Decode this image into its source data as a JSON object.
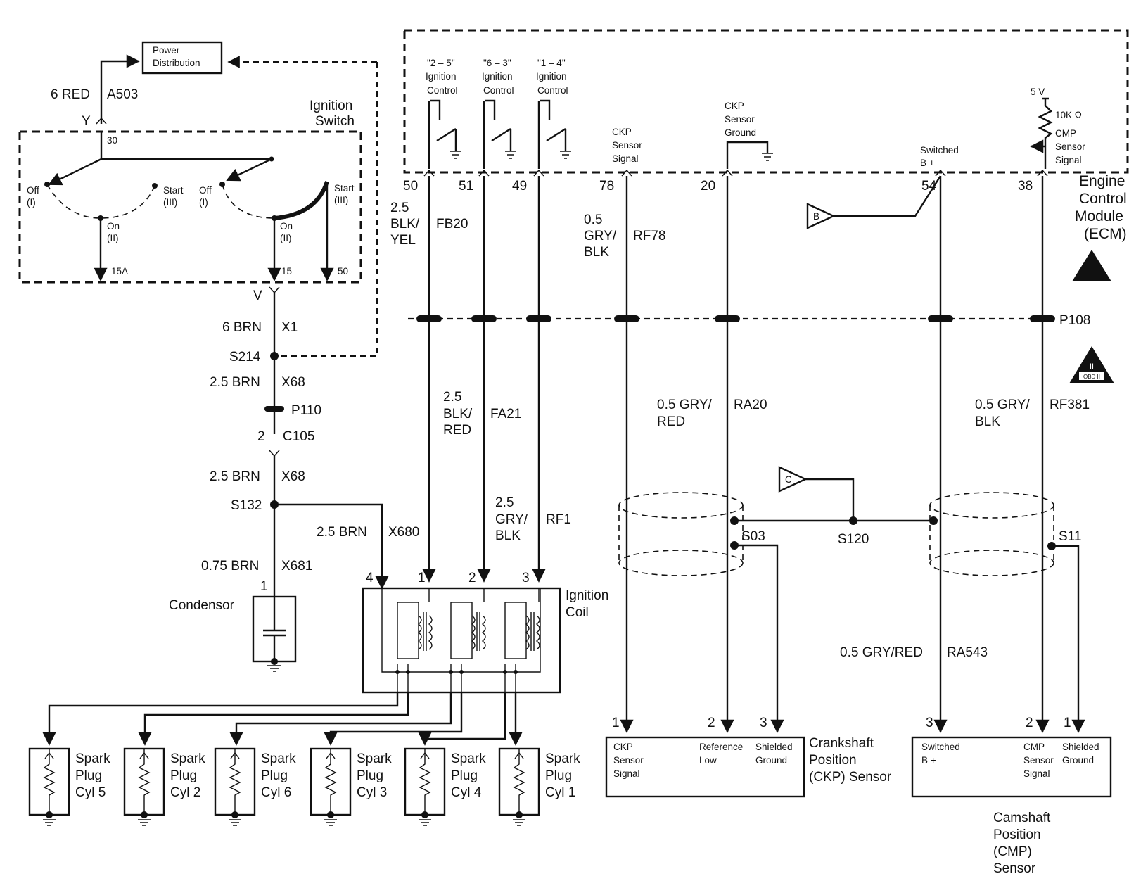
{
  "labels": {
    "power_distribution": [
      "Power",
      "Distribution"
    ],
    "wire_6red": "6 RED",
    "circuit_a503": "A503",
    "conn_y": "Y",
    "ignition_switch": [
      "Ignition",
      "Switch"
    ],
    "sw_30": "30",
    "sw_off": [
      "Off",
      "(I)"
    ],
    "sw_start": [
      "Start",
      "(III)"
    ],
    "sw_on": [
      "On",
      "(II)"
    ],
    "sw_15a": "15A",
    "sw_15": "15",
    "sw_50": "50",
    "conn_v": "V",
    "wire_6brn": "6 BRN",
    "circuit_x1": "X1",
    "splice_s214": "S214",
    "wire_25brn": "2.5 BRN",
    "circuit_x68": "X68",
    "p110": "P110",
    "pin_2": "2",
    "c105": "C105",
    "splice_s132": "S132",
    "circuit_x680": "X680",
    "wire_075brn": "0.75 BRN",
    "circuit_x681": "X681",
    "pin_1": "1",
    "condensor": "Condensor",
    "ign_ctrl_25": [
      "\"2 – 5\"",
      "Ignition",
      "Control"
    ],
    "ign_ctrl_63": [
      "\"6 – 3\"",
      "Ignition",
      "Control"
    ],
    "ign_ctrl_14": [
      "\"1 – 4\"",
      "Ignition",
      "Control"
    ],
    "ckp_sensor_signal": [
      "CKP",
      "Sensor",
      "Signal"
    ],
    "ckp_sensor_ground": [
      "CKP",
      "Sensor",
      "Ground"
    ],
    "switched_b": [
      "Switched",
      "B +"
    ],
    "v5": "5 V",
    "r10k": "10K Ω",
    "cmp_sensor_signal": [
      "CMP",
      "Sensor",
      "Signal"
    ],
    "ecm_pins": [
      "50",
      "51",
      "49",
      "78",
      "20",
      "54",
      "38"
    ],
    "ecm_name": [
      "Engine",
      "Control",
      "Module",
      "(ECM)"
    ],
    "w_25": "2.5",
    "w_blk_yel": [
      "BLK/",
      "YEL"
    ],
    "c_fb20": "FB20",
    "w_05": "0.5",
    "w_gry_blk": [
      "GRY/",
      "BLK"
    ],
    "c_rf78": "RF78",
    "ref_b": "B",
    "ref_c": "C",
    "p108": "P108",
    "obd": [
      "II",
      "OBD II"
    ],
    "w_blk_red": [
      "BLK/",
      "RED"
    ],
    "c_fa21": "FA21",
    "w_05_gry_red_a": [
      "0.5 GRY/",
      "RED"
    ],
    "c_ra20": "RA20",
    "w_05_gry_blk_b": [
      "0.5 GRY/",
      "BLK"
    ],
    "c_rf381": "RF381",
    "c_rf1": "RF1",
    "splice_s03": "S03",
    "splice_s120": "S120",
    "splice_s11": "S11",
    "coil_pins": [
      "4",
      "1",
      "2",
      "3"
    ],
    "ignition_coil": [
      "Ignition",
      "Coil"
    ],
    "w_05_gry_red_b": "0.5 GRY/RED",
    "c_ra543": "RA543",
    "ckp_pins": [
      "1",
      "2",
      "3"
    ],
    "cmp_pins": [
      "3",
      "2",
      "1"
    ],
    "ckp_box": {
      "signal": [
        "CKP",
        "Sensor",
        "Signal"
      ],
      "ref": [
        "Reference",
        "Low"
      ],
      "shield": [
        "Shielded",
        "Ground"
      ]
    },
    "ckp_name": [
      "Crankshaft",
      "Position",
      "(CKP) Sensor"
    ],
    "cmp_box": {
      "switched": [
        "Switched",
        "B +"
      ],
      "signal": [
        "CMP",
        "Sensor",
        "Signal"
      ],
      "shield": [
        "Shielded",
        "Ground"
      ]
    },
    "cmp_name": [
      "Camshaft",
      "Position",
      "(CMP)",
      "Sensor"
    ],
    "spark_plugs": [
      [
        "Spark",
        "Plug",
        "Cyl 5"
      ],
      [
        "Spark",
        "Plug",
        "Cyl 2"
      ],
      [
        "Spark",
        "Plug",
        "Cyl 6"
      ],
      [
        "Spark",
        "Plug",
        "Cyl 3"
      ],
      [
        "Spark",
        "Plug",
        "Cyl 4"
      ],
      [
        "Spark",
        "Plug",
        "Cyl 1"
      ]
    ]
  }
}
